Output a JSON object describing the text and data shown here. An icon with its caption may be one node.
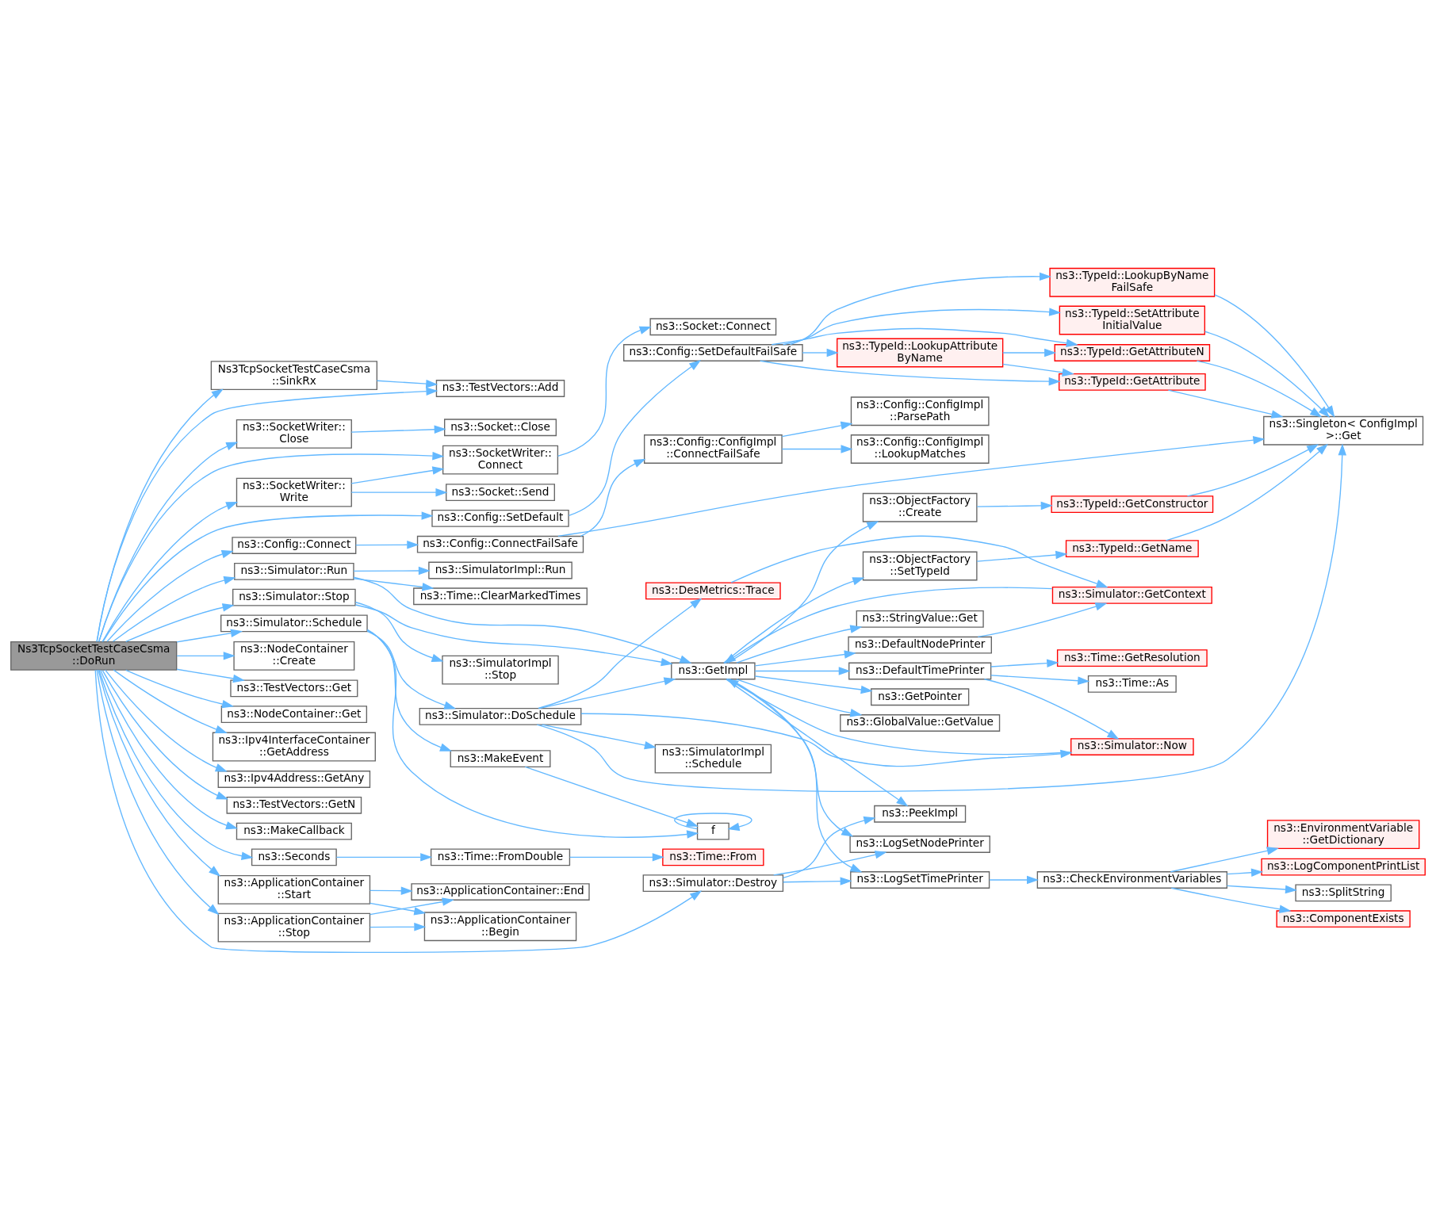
{
  "diagram": {
    "nodes": [
      {
        "text": [
          "Ns3TcpSocketTestCaseCsma ::DoRun"
        ]
      },
      {
        "text": [
          "ns3::TestVectors::Add"
        ]
      },
      {
        "text": [
          "Ns3TcpSocketTestCaseCsma ::SinkRx"
        ]
      },
      {
        "text": [
          "ns3::SocketWriter:: Close"
        ]
      },
      {
        "text": [
          "ns3::SocketWriter:: Connect"
        ]
      },
      {
        "text": [
          "ns3::SocketWriter:: Write"
        ]
      },
      {
        "text": [
          "ns3::Config::Connect"
        ]
      },
      {
        "text": [
          "ns3::Config::SetDefault"
        ]
      },
      {
        "text": [
          "ns3::Simulator::Run"
        ]
      },
      {
        "text": [
          "ns3::Simulator::Stop"
        ]
      },
      {
        "text": [
          "ns3::Simulator::Schedule"
        ]
      },
      {
        "text": [
          "ns3::NodeContainer ::Create"
        ]
      },
      {
        "text": [
          "ns3::TestVectors::Get"
        ]
      },
      {
        "text": [
          "ns3::NodeContainer::Get"
        ]
      },
      {
        "text": [
          "ns3::Ipv4InterfaceContainer ::GetAddress"
        ]
      },
      {
        "text": [
          "ns3::Ipv4Address::GetAny"
        ]
      },
      {
        "text": [
          "ns3::TestVectors::GetN"
        ]
      },
      {
        "text": [
          "ns3::MakeCallback"
        ]
      },
      {
        "text": [
          "ns3::Seconds"
        ]
      },
      {
        "text": [
          "ns3::ApplicationContainer ::Stop"
        ]
      },
      {
        "text": [
          "ns3::ApplicationContainer ::Start"
        ]
      },
      {
        "text": [
          "ns3::Socket::Connect"
        ]
      },
      {
        "text": [
          "ns3::Socket::Close"
        ]
      },
      {
        "text": [
          "ns3::Socket::Send"
        ]
      },
      {
        "text": [
          "ns3::Config::ConnectFailSafe"
        ]
      },
      {
        "text": [
          "ns3::Config::ConfigImpl ::ConnectFailSafe"
        ]
      },
      {
        "text": [
          "ns3::Config::SetDefaultFailSafe"
        ]
      },
      {
        "text": [
          "ns3::SimulatorImpl::Run"
        ]
      },
      {
        "text": [
          "ns3::Time::ClearMarkedTimes"
        ]
      },
      {
        "text": [
          "ns3::GetImpl"
        ]
      },
      {
        "text": [
          "ns3::SimulatorImpl ::Stop"
        ]
      },
      {
        "text": [
          "ns3::Simulator::DoSchedule"
        ]
      },
      {
        "text": [
          "ns3::MakeEvent"
        ]
      },
      {
        "text": [
          "f"
        ]
      },
      {
        "text": [
          "ns3::Simulator::Destroy"
        ]
      },
      {
        "text": [
          "ns3::Time::FromDouble"
        ]
      },
      {
        "text": [
          "ns3::ApplicationContainer::End"
        ]
      },
      {
        "text": [
          "ns3::ApplicationContainer ::Begin"
        ]
      },
      {
        "text": [
          "ns3::Config::ConfigImpl ::LookupMatches"
        ]
      },
      {
        "text": [
          "ns3::Config::ConfigImpl ::ParsePath"
        ]
      },
      {
        "text": [
          "ns3::TypeId::LookupAttribute ByName"
        ]
      },
      {
        "text": [
          "ns3::ObjectFactory ::Create"
        ]
      },
      {
        "text": [
          "ns3::ObjectFactory ::SetTypeId"
        ]
      },
      {
        "text": [
          "ns3::GetPointer"
        ]
      },
      {
        "text": [
          "ns3::GlobalValue::GetValue"
        ]
      },
      {
        "text": [
          "ns3::DefaultNodePrinter"
        ]
      },
      {
        "text": [
          "ns3::StringValue::Get"
        ]
      },
      {
        "text": [
          "ns3::DesMetrics::Trace"
        ]
      },
      {
        "text": [
          "ns3::DefaultTimePrinter"
        ]
      },
      {
        "text": [
          "ns3::SimulatorImpl ::Schedule"
        ]
      },
      {
        "text": [
          "ns3::LogSetNodePrinter"
        ]
      },
      {
        "text": [
          "ns3::PeekImpl"
        ]
      },
      {
        "text": [
          "ns3::LogSetTimePrinter"
        ]
      },
      {
        "text": [
          "ns3::Time::From"
        ]
      },
      {
        "text": [
          "ns3::TypeId::SetAttribute InitialValue"
        ]
      },
      {
        "text": [
          "ns3::TypeId::GetAttributeN"
        ]
      },
      {
        "text": [
          "ns3::TypeId::GetAttribute"
        ]
      },
      {
        "text": [
          "ns3::TypeId::LookupByName FailSafe"
        ]
      },
      {
        "text": [
          "ns3::TypeId::GetConstructor"
        ]
      },
      {
        "text": [
          "ns3::TypeId::GetName"
        ]
      },
      {
        "text": [
          "ns3::Simulator::GetContext"
        ]
      },
      {
        "text": [
          "ns3::Time::As"
        ]
      },
      {
        "text": [
          "ns3::Time::GetResolution"
        ]
      },
      {
        "text": [
          "ns3::Simulator::Now"
        ]
      },
      {
        "text": [
          "ns3::CheckEnvironmentVariables"
        ]
      },
      {
        "text": [
          "ns3::Singleton< ConfigImpl >::Get"
        ]
      },
      {
        "text": [
          "ns3::LogComponentPrintList"
        ]
      },
      {
        "text": [
          "ns3::SplitString"
        ]
      },
      {
        "text": [
          "ns3::ComponentExists"
        ]
      },
      {
        "text": [
          "ns3::EnvironmentVariable ::GetDictionary"
        ]
      }
    ],
    "edges": [
      {
        "from": 0,
        "to": 1,
        "arrow": "to"
      },
      {
        "from": 0,
        "to": 2,
        "arrow": "to"
      },
      {
        "from": 0,
        "to": 3,
        "arrow": "to"
      },
      {
        "from": 0,
        "to": 4,
        "arrow": "to"
      },
      {
        "from": 0,
        "to": 5,
        "arrow": "to"
      },
      {
        "from": 0,
        "to": 6,
        "arrow": "to"
      },
      {
        "from": 0,
        "to": 7,
        "arrow": "to"
      },
      {
        "from": 0,
        "to": 8,
        "arrow": "to"
      },
      {
        "from": 0,
        "to": 9,
        "arrow": "to"
      },
      {
        "from": 0,
        "to": 10,
        "arrow": "to"
      },
      {
        "from": 0,
        "to": 34,
        "arrow": "to"
      },
      {
        "from": 0,
        "to": 11,
        "arrow": "to"
      },
      {
        "from": 0,
        "to": 12,
        "arrow": "to"
      },
      {
        "from": 0,
        "to": 13,
        "arrow": "to"
      },
      {
        "from": 0,
        "to": 14,
        "arrow": "to"
      },
      {
        "from": 0,
        "to": 15,
        "arrow": "to"
      },
      {
        "from": 0,
        "to": 16,
        "arrow": "to"
      },
      {
        "from": 0,
        "to": 17,
        "arrow": "to"
      },
      {
        "from": 0,
        "to": 18,
        "arrow": "to"
      },
      {
        "from": 0,
        "to": 19,
        "arrow": "to"
      },
      {
        "from": 0,
        "to": 20,
        "arrow": "to"
      },
      {
        "from": 2,
        "to": 1,
        "arrow": "to"
      },
      {
        "from": 3,
        "to": 22,
        "arrow": "to"
      },
      {
        "from": 4,
        "to": 21,
        "arrow": "to"
      },
      {
        "from": 5,
        "to": 4,
        "arrow": "to"
      },
      {
        "from": 5,
        "to": 23,
        "arrow": "to"
      },
      {
        "from": 6,
        "to": 24,
        "arrow": "to"
      },
      {
        "from": 7,
        "to": 26,
        "arrow": "to"
      },
      {
        "from": 24,
        "to": 25,
        "arrow": "to"
      },
      {
        "from": 24,
        "to": 65,
        "arrow": "to"
      },
      {
        "from": 25,
        "to": 38,
        "arrow": "to"
      },
      {
        "from": 25,
        "to": 39,
        "arrow": "to"
      },
      {
        "from": 26,
        "to": 54,
        "arrow": "to"
      },
      {
        "from": 26,
        "to": 55,
        "arrow": "to"
      },
      {
        "from": 26,
        "to": 40,
        "arrow": "to"
      },
      {
        "from": 26,
        "to": 56,
        "arrow": "to"
      },
      {
        "from": 26,
        "to": 57,
        "arrow": "to"
      },
      {
        "from": 40,
        "to": 55,
        "arrow": "to"
      },
      {
        "from": 40,
        "to": 56,
        "arrow": "to"
      },
      {
        "from": 54,
        "to": 65,
        "arrow": "to"
      },
      {
        "from": 55,
        "to": 65,
        "arrow": "to"
      },
      {
        "from": 56,
        "to": 65,
        "arrow": "to"
      },
      {
        "from": 57,
        "to": 65,
        "arrow": "to"
      },
      {
        "from": 58,
        "to": 65,
        "arrow": "to"
      },
      {
        "from": 59,
        "to": 65,
        "arrow": "to"
      },
      {
        "from": 41,
        "to": 58,
        "arrow": "to"
      },
      {
        "from": 42,
        "to": 59,
        "arrow": "to"
      },
      {
        "from": 8,
        "to": 29,
        "arrow": "to"
      },
      {
        "from": 8,
        "to": 27,
        "arrow": "to"
      },
      {
        "from": 8,
        "to": 28,
        "arrow": "to"
      },
      {
        "from": 9,
        "to": 29,
        "arrow": "to"
      },
      {
        "from": 9,
        "to": 30,
        "arrow": "to"
      },
      {
        "from": 10,
        "to": 31,
        "arrow": "to"
      },
      {
        "from": 10,
        "to": 32,
        "arrow": "to"
      },
      {
        "from": 10,
        "to": 33,
        "arrow": "to"
      },
      {
        "from": 31,
        "to": 29,
        "arrow": "to"
      },
      {
        "from": 31,
        "to": 47,
        "arrow": "to"
      },
      {
        "from": 31,
        "to": 63,
        "arrow": "to"
      },
      {
        "from": 31,
        "to": 49,
        "arrow": "to"
      },
      {
        "from": 31,
        "to": 65,
        "arrow": "to"
      },
      {
        "from": 32,
        "to": 33,
        "arrow": "to"
      },
      {
        "from": 33,
        "to": 33,
        "arrow": "to"
      },
      {
        "from": 29,
        "to": 41,
        "arrow": "to"
      },
      {
        "from": 29,
        "to": 42,
        "arrow": "to"
      },
      {
        "from": 29,
        "to": 43,
        "arrow": "to"
      },
      {
        "from": 29,
        "to": 44,
        "arrow": "to"
      },
      {
        "from": 29,
        "to": 45,
        "arrow": "to"
      },
      {
        "from": 29,
        "to": 46,
        "arrow": "to"
      },
      {
        "from": 29,
        "to": 48,
        "arrow": "to"
      },
      {
        "from": 29,
        "to": 50,
        "arrow": "to"
      },
      {
        "from": 29,
        "to": 51,
        "arrow": "to"
      },
      {
        "from": 29,
        "to": 52,
        "arrow": "to"
      },
      {
        "from": 60,
        "to": 29,
        "arrow": "to"
      },
      {
        "from": 63,
        "to": 29,
        "arrow": "to"
      },
      {
        "from": 45,
        "to": 60,
        "arrow": "to"
      },
      {
        "from": 47,
        "to": 60,
        "arrow": "to"
      },
      {
        "from": 48,
        "to": 61,
        "arrow": "to"
      },
      {
        "from": 48,
        "to": 62,
        "arrow": "to"
      },
      {
        "from": 48,
        "to": 63,
        "arrow": "to"
      },
      {
        "from": 34,
        "to": 50,
        "arrow": "to"
      },
      {
        "from": 34,
        "to": 51,
        "arrow": "to"
      },
      {
        "from": 34,
        "to": 52,
        "arrow": "to"
      },
      {
        "from": 52,
        "to": 64,
        "arrow": "to"
      },
      {
        "from": 64,
        "to": 66,
        "arrow": "to"
      },
      {
        "from": 64,
        "to": 67,
        "arrow": "to"
      },
      {
        "from": 64,
        "to": 68,
        "arrow": "to"
      },
      {
        "from": 64,
        "to": 69,
        "arrow": "to"
      },
      {
        "from": 18,
        "to": 35,
        "arrow": "to"
      },
      {
        "from": 35,
        "to": 53,
        "arrow": "to"
      },
      {
        "from": 19,
        "to": 36,
        "arrow": "to"
      },
      {
        "from": 19,
        "to": 37,
        "arrow": "to"
      },
      {
        "from": 20,
        "to": 36,
        "arrow": "to"
      },
      {
        "from": 20,
        "to": 37,
        "arrow": "to"
      }
    ]
  }
}
